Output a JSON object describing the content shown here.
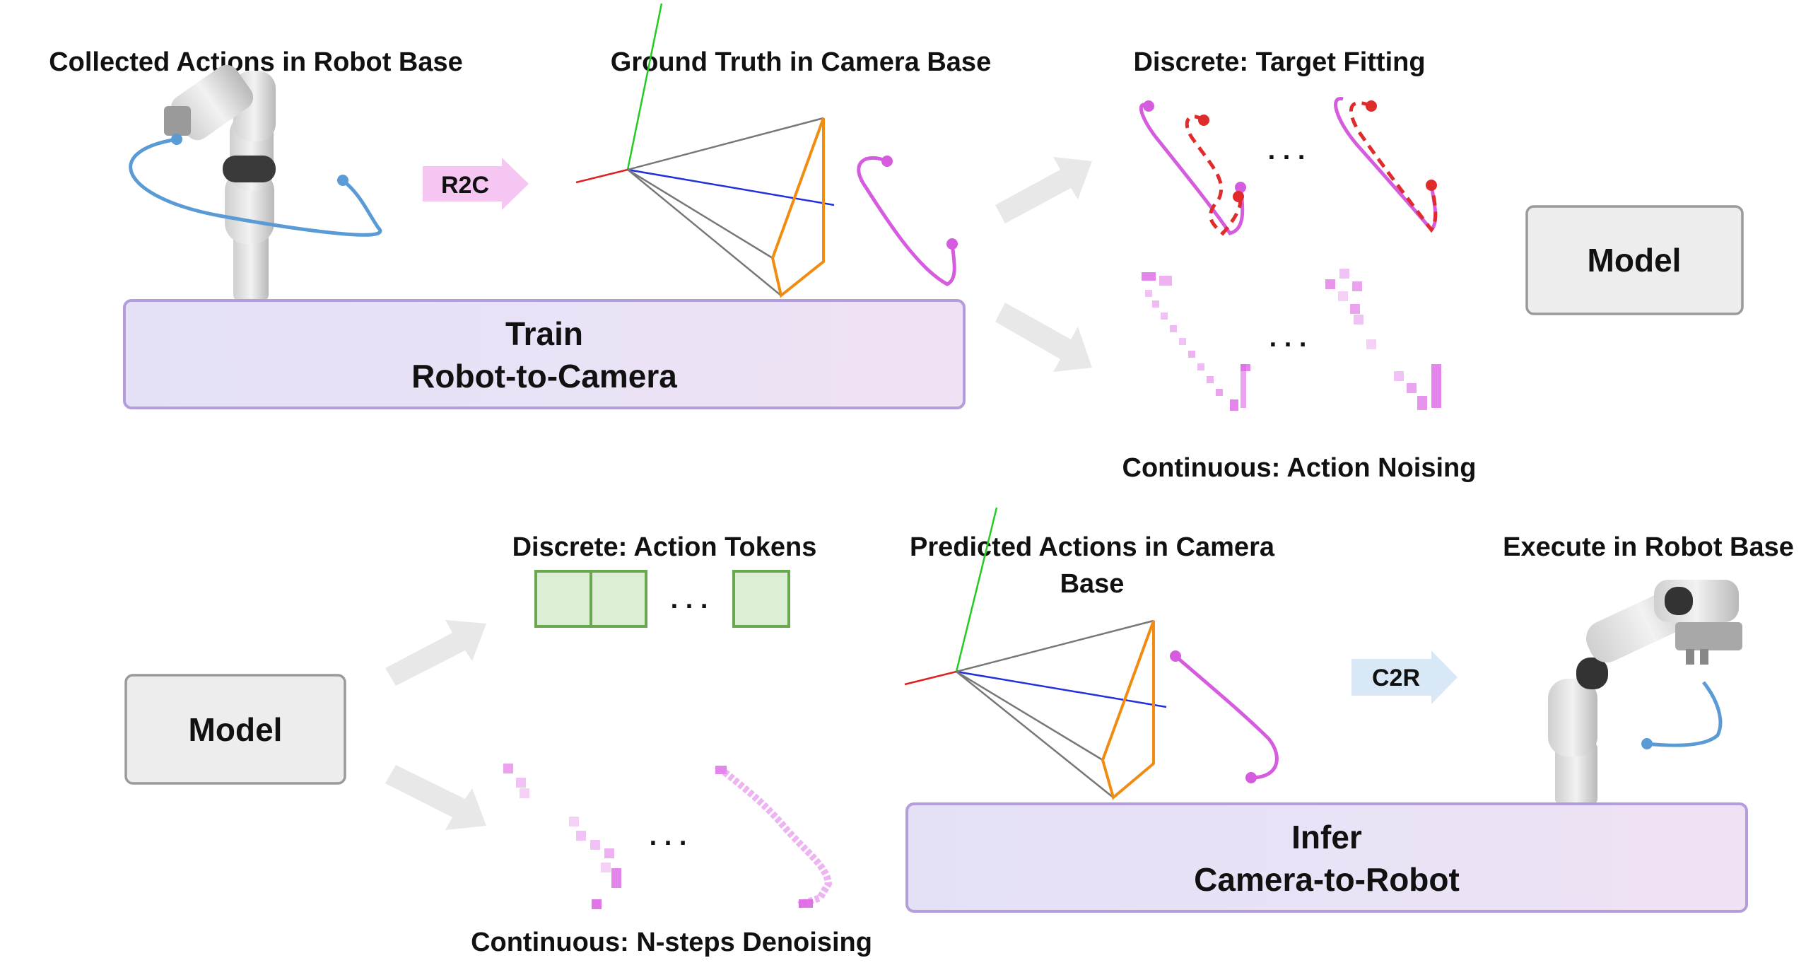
{
  "colors": {
    "robot_traj": "#5b9bd5",
    "cam_traj": "#d55bdf",
    "fit": "#e02b2b",
    "train_box": "#e7e2f5",
    "box_border": "#b39ddb",
    "model_box": "#ededed",
    "token": "#dcefd6",
    "token_border": "#6aa84f",
    "r2c_arrow": "#f5c6f1",
    "c2r_arrow": "#d8e8f6",
    "gray_arrow": "#e8e8e8"
  },
  "top": {
    "collected_title": "Collected Actions in Robot Base",
    "ground_truth_title": "Ground Truth in Camera Base",
    "discrete_title": "Discrete: Target Fitting",
    "continuous_title": "Continuous: Action Noising",
    "r2c_label": "R2C",
    "train_line1": "Train",
    "train_line2": "Robot-to-Camera",
    "model_label": "Model",
    "ellipsis": ". . ."
  },
  "bottom": {
    "discrete_title": "Discrete: Action Tokens",
    "continuous_title": "Continuous: N-steps Denoising",
    "predicted_title_line1": "Predicted Actions in Camera",
    "predicted_title_line2": "Base",
    "execute_title": "Execute in Robot Base",
    "c2r_label": "C2R",
    "infer_line1": "Infer",
    "infer_line2": "Camera-to-Robot",
    "model_label": "Model",
    "ellipsis": ". . ."
  },
  "icons": [
    "robot-arm-icon",
    "camera-frustum-icon",
    "axes-icon"
  ]
}
